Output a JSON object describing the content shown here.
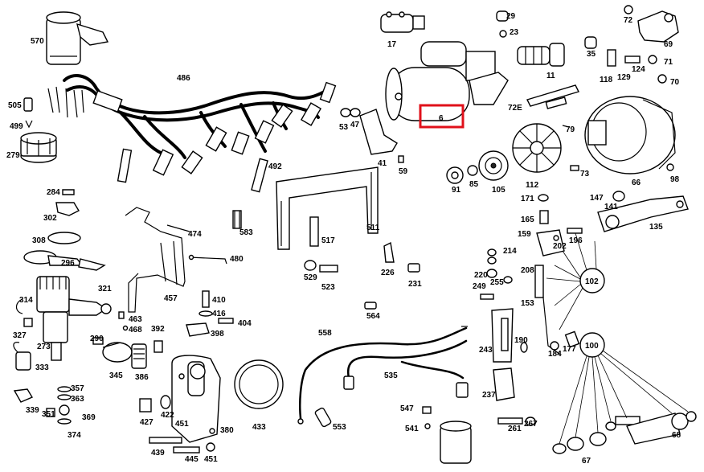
{
  "diagram": {
    "highlight_label": "6",
    "highlight_color": "#e0101a",
    "labels": {
      "l570": "570",
      "l486": "486",
      "l505": "505",
      "l499": "499",
      "l279": "279",
      "l284": "284",
      "l302": "302",
      "l308": "308",
      "l296": "296",
      "l321": "321",
      "l314": "314",
      "l327": "327",
      "l273": "273",
      "l333": "333",
      "l339": "339",
      "l357": "357",
      "l363": "363",
      "l351": "351",
      "l369": "369",
      "l374": "374",
      "l290": "290",
      "l345": "345",
      "l386": "386",
      "l392": "392",
      "l463": "463",
      "l468": "468",
      "l457": "457",
      "l474": "474",
      "l480": "480",
      "l410": "410",
      "l416": "416",
      "l404": "404",
      "l398": "398",
      "l427": "427",
      "l422": "422",
      "l451a": "451",
      "l380": "380",
      "l439": "439",
      "l445": "445",
      "l451b": "451",
      "l433": "433",
      "l492": "492",
      "l583": "583",
      "l517": "517",
      "l511": "511",
      "l529": "529",
      "l523": "523",
      "l226": "226",
      "l231": "231",
      "l564": "564",
      "l558": "558",
      "l535": "535",
      "l553": "553",
      "l547": "547",
      "l541": "541",
      "l17": "17",
      "l29": "29",
      "l23": "23",
      "l11": "11",
      "l35": "35",
      "l72": "72",
      "l69": "69",
      "l71": "71",
      "l70": "70",
      "l118": "118",
      "l129": "129",
      "l124": "124",
      "l72E": "72E",
      "l79": "79",
      "l53": "53",
      "l47": "47",
      "l41": "41",
      "l59": "59",
      "l91": "91",
      "l85": "85",
      "l105": "105",
      "l112": "112",
      "l73": "73",
      "l66": "66",
      "l98": "98",
      "l171": "171",
      "l147": "147",
      "l141": "141",
      "l135": "135",
      "l165": "165",
      "l159": "159",
      "l196": "196",
      "l202": "202",
      "l214": "214",
      "l220": "220",
      "l208": "208",
      "l249": "249",
      "l255": "255",
      "l102": "102",
      "l153": "153",
      "l190": "190",
      "l184": "184",
      "l177": "177",
      "l243": "243",
      "l100": "100",
      "l237": "237",
      "l261": "261",
      "l267": "267",
      "l68": "68",
      "l67": "67"
    }
  }
}
